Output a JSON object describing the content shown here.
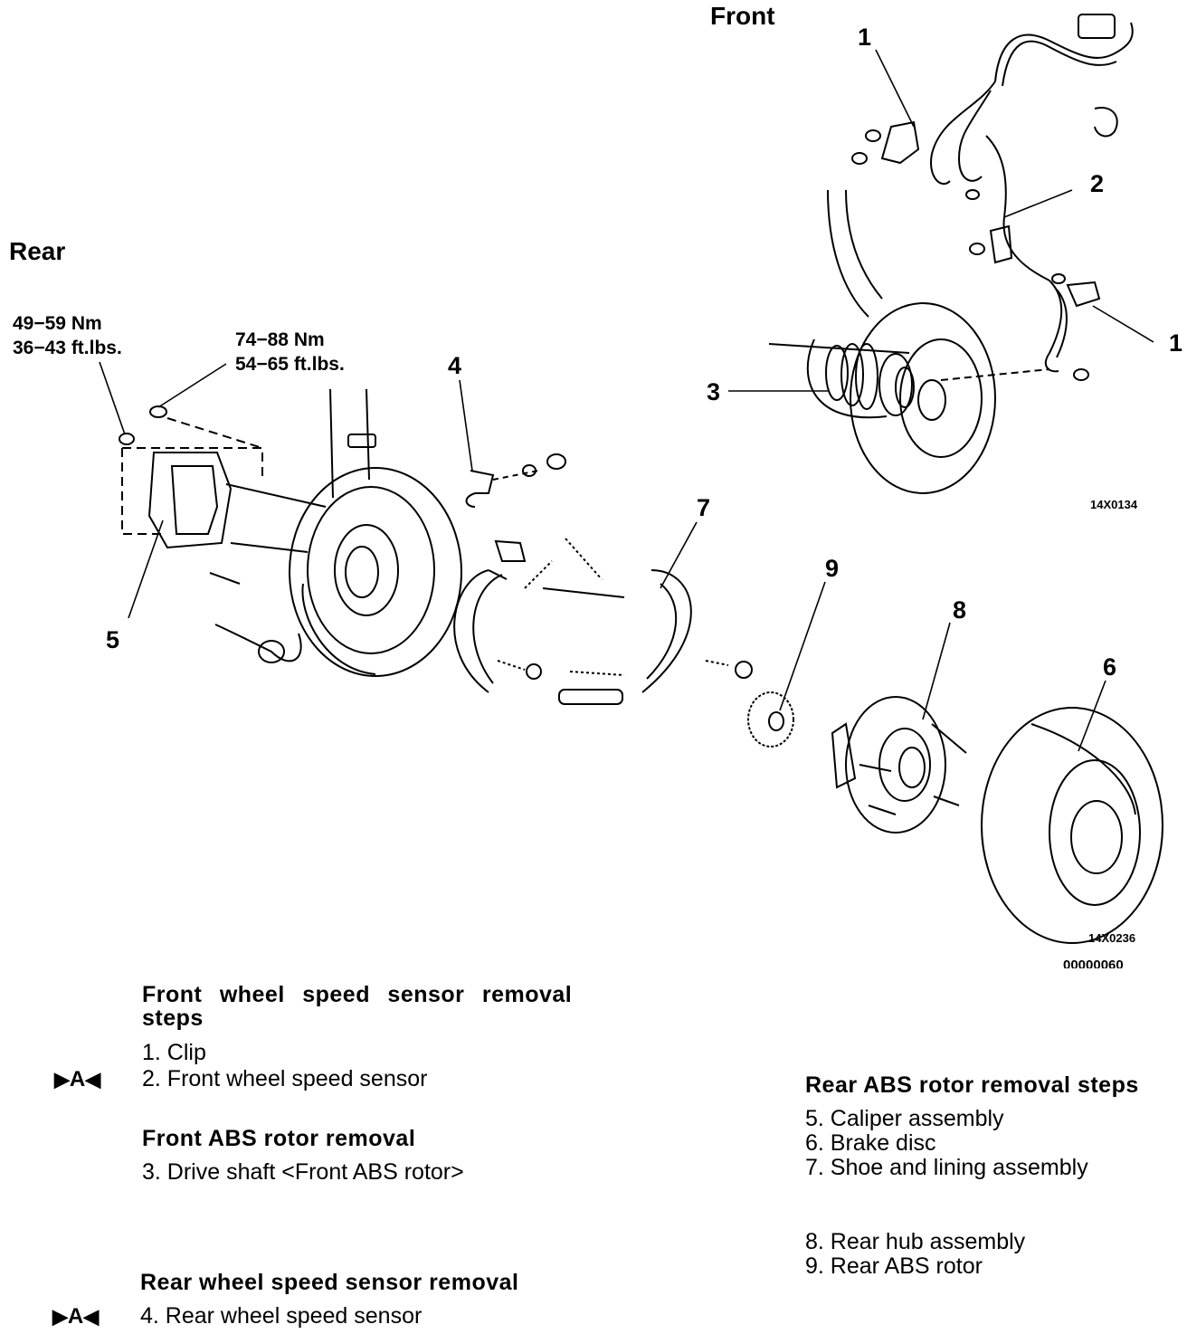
{
  "diagram": {
    "front_title": "Front",
    "rear_title": "Rear",
    "torque_left_nm": "49−59 Nm",
    "torque_left_ftlbs": "36−43 ft.lbs.",
    "torque_mid_nm": "74−88 Nm",
    "torque_mid_ftlbs": "54−65 ft.lbs.",
    "callouts": [
      "1",
      "2",
      "1",
      "3",
      "4",
      "5",
      "7",
      "9",
      "8",
      "6"
    ],
    "code_front": "14X0134",
    "code_rear": "14X0236",
    "code_doc": "00000060"
  },
  "steps": {
    "front_sensor_title_line1": "Front wheel speed sensor removal",
    "front_sensor_title_line2": "steps",
    "front_sensor_items": [
      "1. Clip",
      "2. Front wheel speed sensor"
    ],
    "front_rotor_title": "Front ABS rotor removal",
    "front_rotor_items": [
      "3. Drive shaft <Front ABS rotor>"
    ],
    "rear_sensor_title": "Rear wheel speed sensor removal",
    "rear_sensor_items": [
      "4. Rear wheel speed sensor"
    ],
    "rear_rotor_title": "Rear ABS rotor removal steps",
    "rear_rotor_items_a": [
      "5. Caliper assembly",
      "6. Brake disc",
      "7. Shoe and lining assembly"
    ],
    "rear_rotor_items_b": [
      "8. Rear hub assembly",
      "9. Rear ABS rotor"
    ],
    "marker": "A"
  }
}
